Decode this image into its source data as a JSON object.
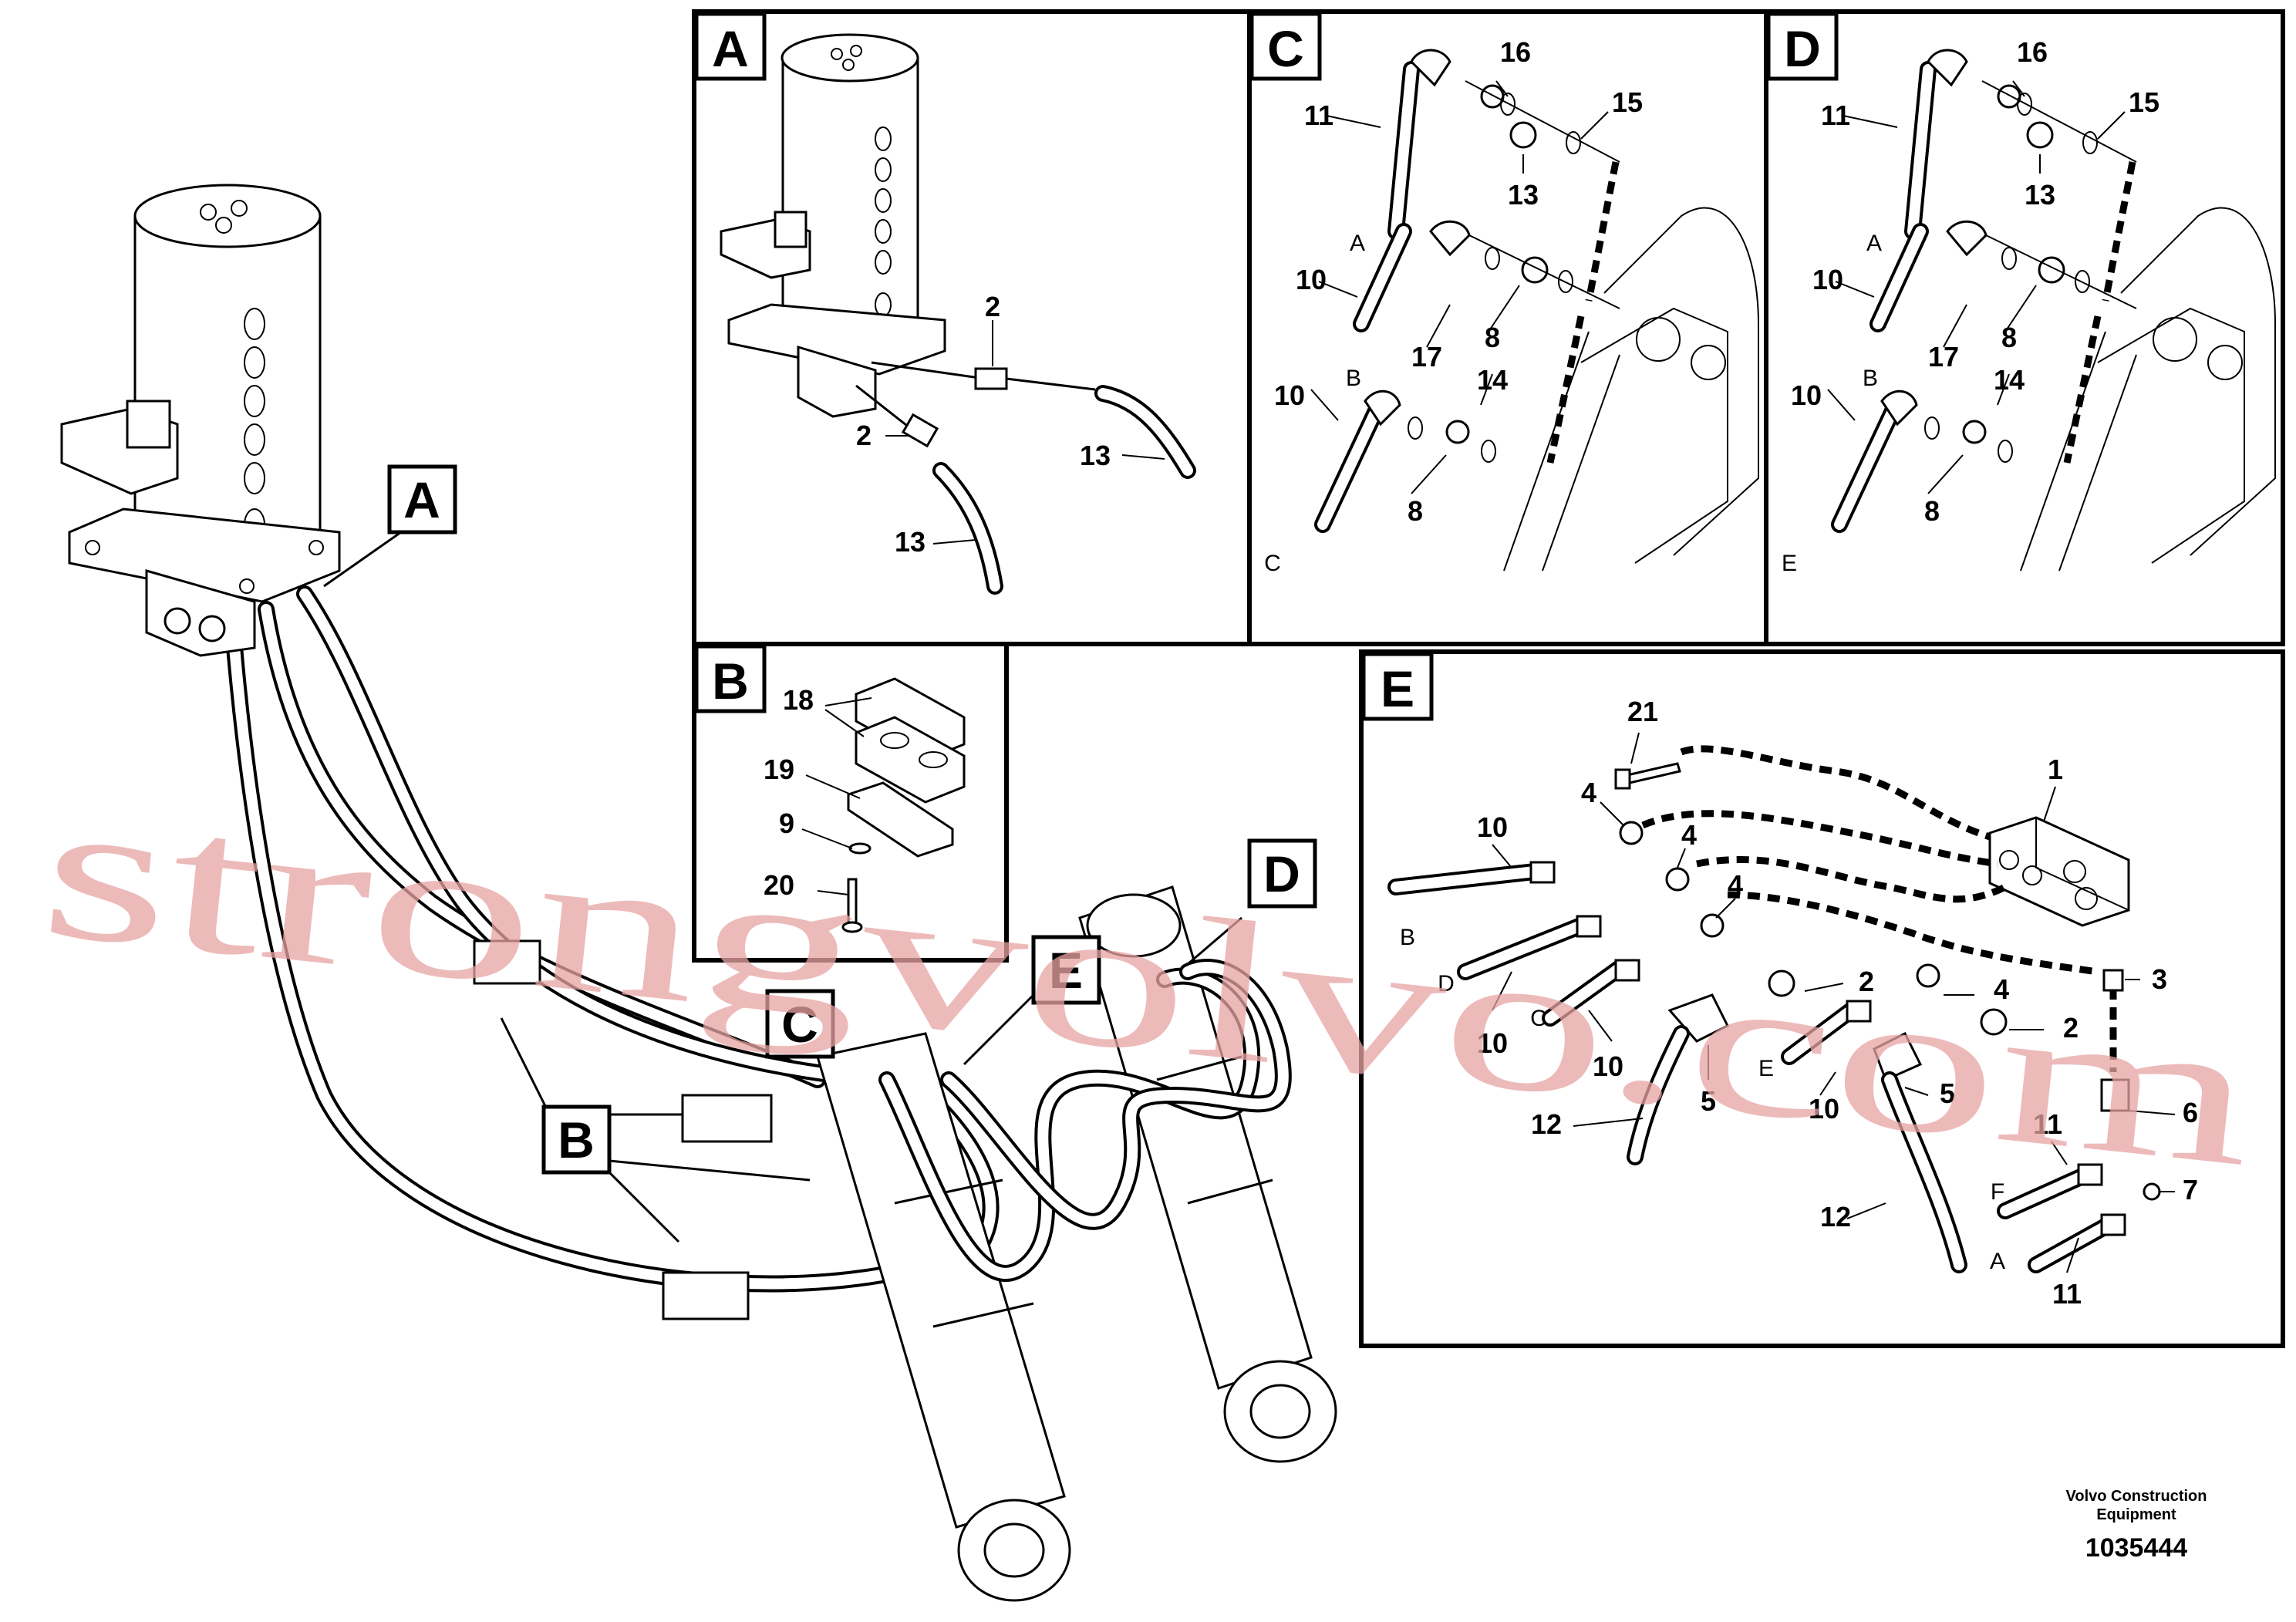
{
  "panel_labels": {
    "A": "A",
    "B": "B",
    "C": "C",
    "D": "D",
    "E": "E"
  },
  "main_tags": {
    "A": "A",
    "B": "B",
    "C": "C",
    "D": "D",
    "E": "E"
  },
  "panel_A_numbers": [
    "2",
    "2",
    "13",
    "13"
  ],
  "panel_B_numbers": [
    "18",
    "19",
    "9",
    "20"
  ],
  "panel_C": {
    "numbers": [
      "16",
      "15",
      "11",
      "13",
      "10",
      "17",
      "8",
      "14",
      "10",
      "8"
    ],
    "letters": [
      "A",
      "B",
      "C"
    ]
  },
  "panel_D": {
    "numbers": [
      "16",
      "15",
      "11",
      "13",
      "10",
      "17",
      "8",
      "14",
      "10",
      "8"
    ],
    "letters": [
      "A",
      "B",
      "E"
    ]
  },
  "panel_E": {
    "numbers": [
      "21",
      "1",
      "10",
      "4",
      "4",
      "4",
      "2",
      "3",
      "4",
      "2",
      "10",
      "10",
      "5",
      "5",
      "10",
      "12",
      "11",
      "6",
      "7",
      "12",
      "11"
    ],
    "letters": [
      "B",
      "D",
      "C",
      "E",
      "F",
      "A"
    ]
  },
  "watermark": "strongvolvo.com",
  "footer": {
    "company_line1": "Volvo Construction",
    "company_line2": "Equipment",
    "drawing_number": "1035444"
  }
}
